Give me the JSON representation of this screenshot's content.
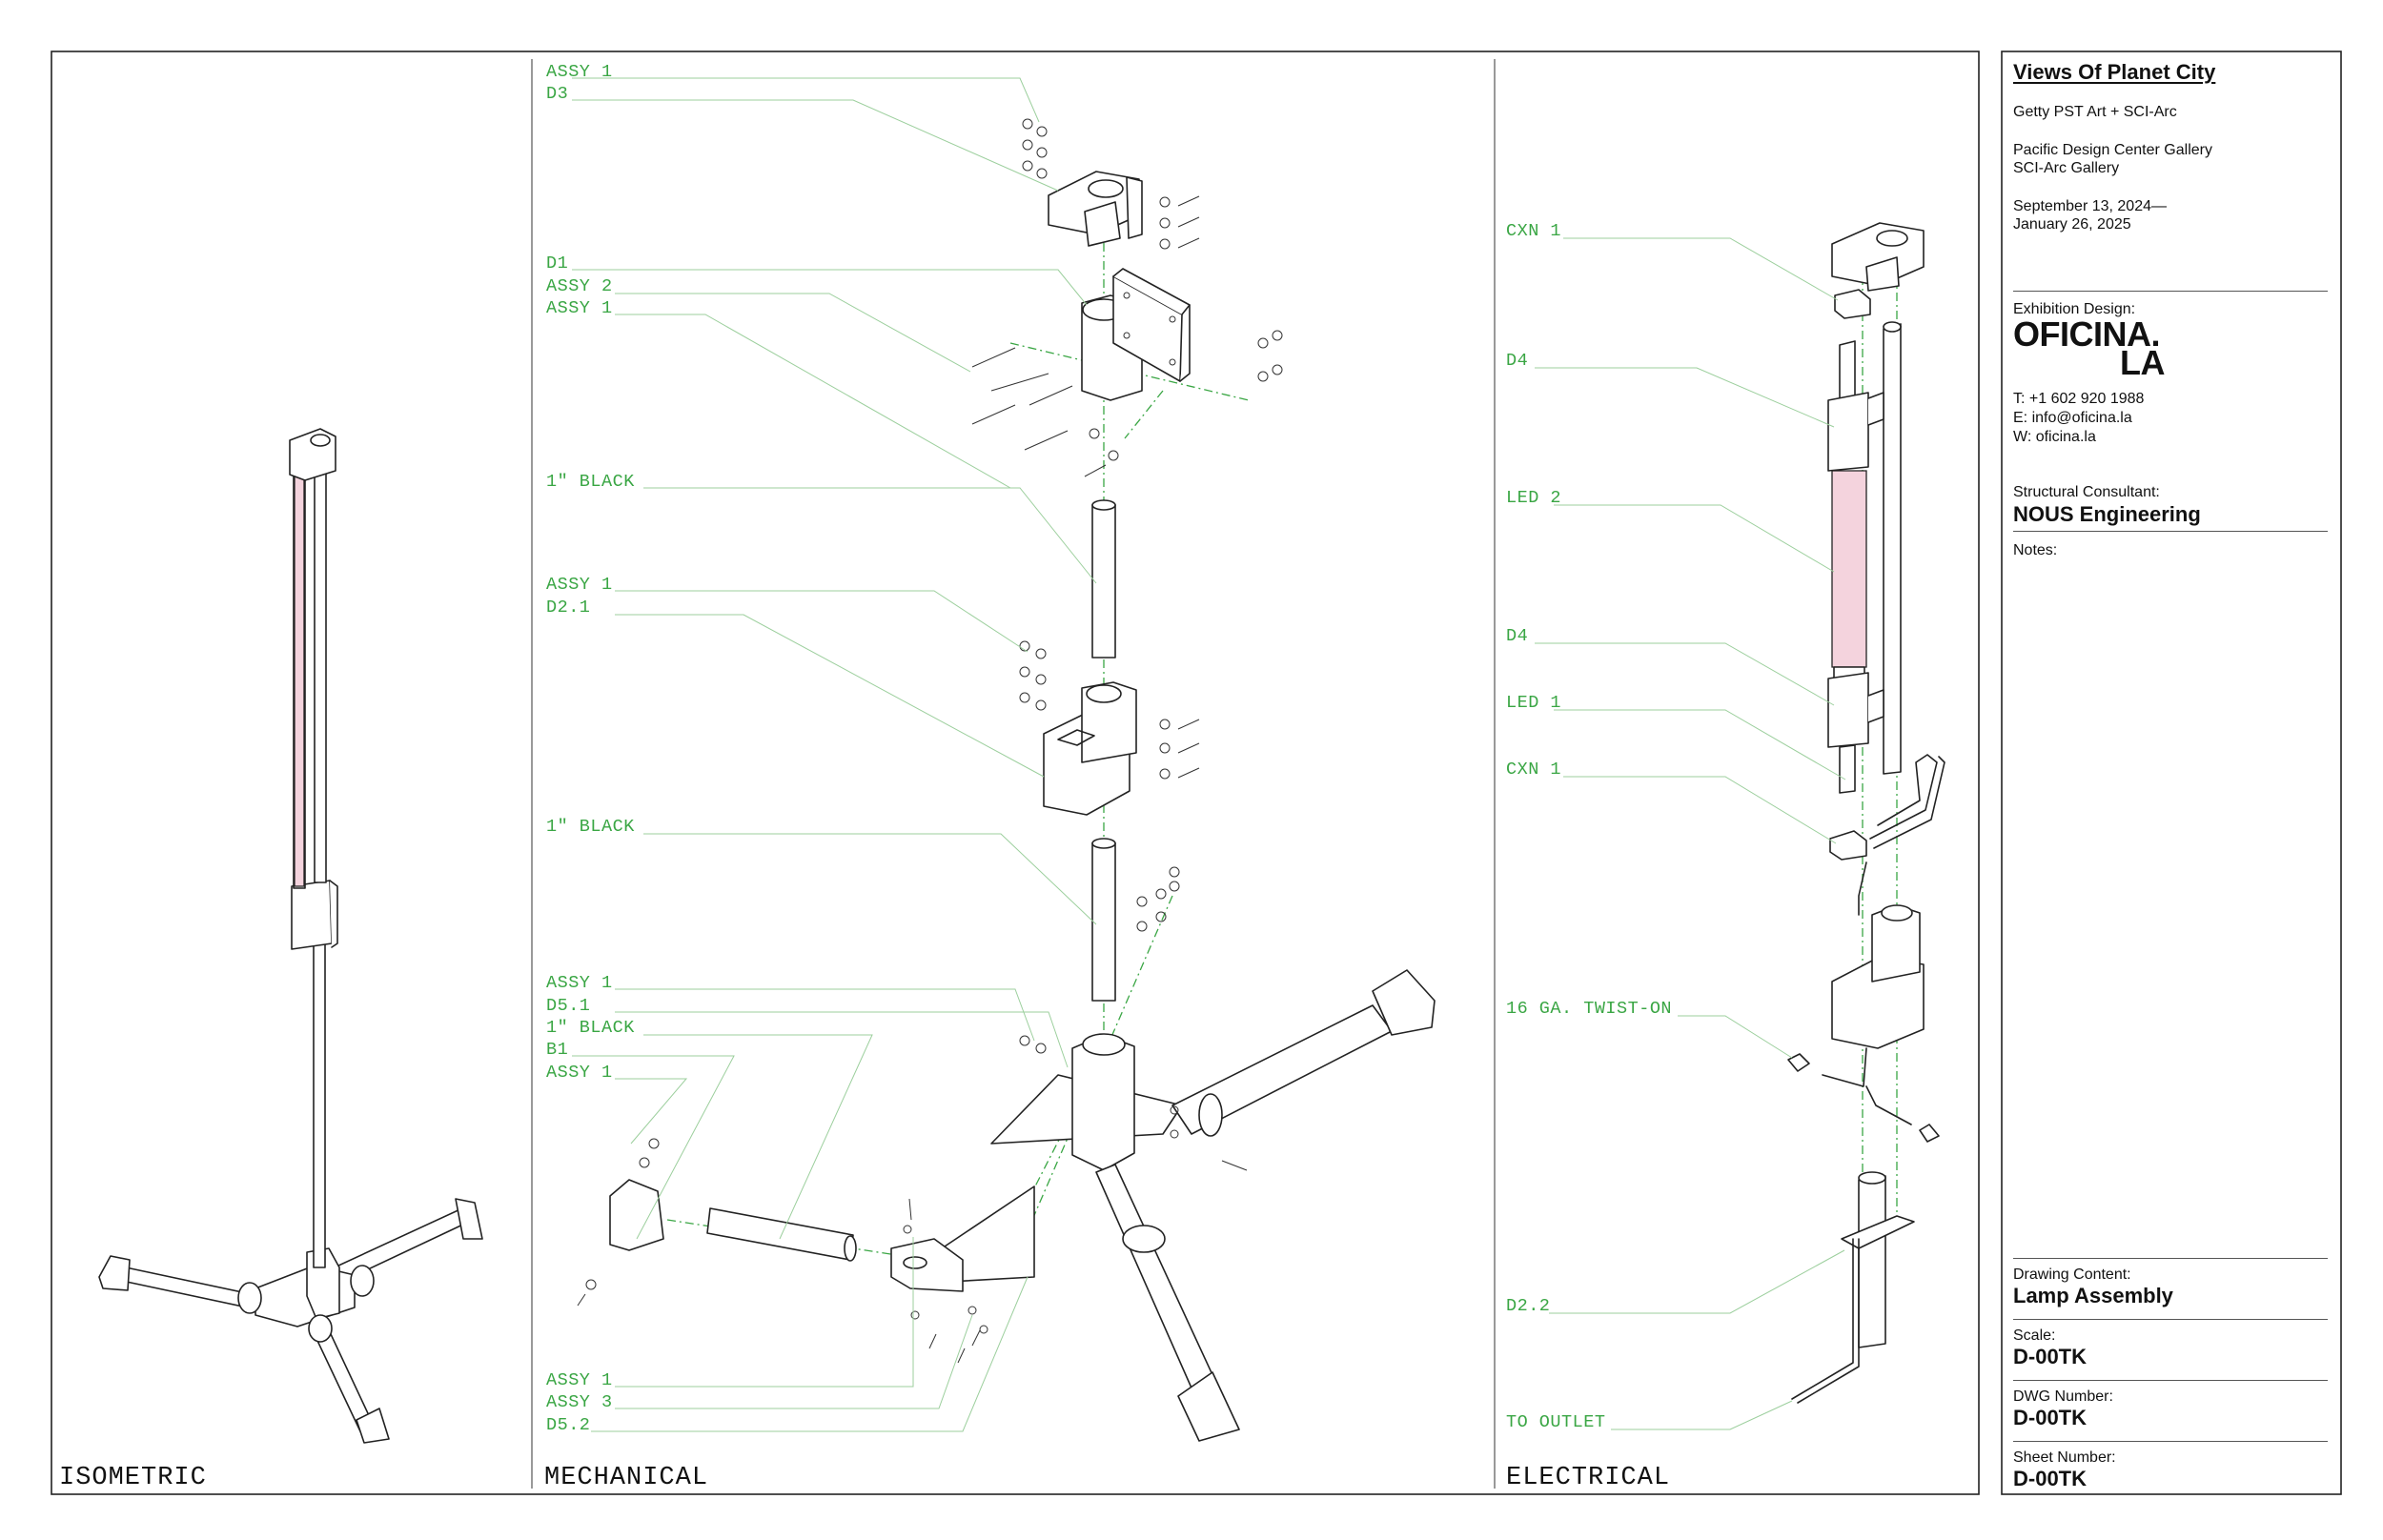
{
  "sections": {
    "isometric": "ISOMETRIC",
    "mechanical": "MECHANICAL",
    "electrical": "ELECTRICAL"
  },
  "mechanical_labels": [
    "ASSY 1",
    "D3",
    "D1",
    "ASSY 2",
    "ASSY 1",
    "1\" BLACK",
    "ASSY 1",
    "D2.1",
    "1\" BLACK",
    "ASSY 1",
    "D5.1",
    "1\" BLACK",
    "B1",
    "ASSY 1",
    "ASSY 1",
    "ASSY 3",
    "D5.2"
  ],
  "electrical_labels": [
    "CXN 1",
    "D4",
    "LED 2",
    "D4",
    "LED 1",
    "CXN 1",
    "16 GA. TWIST-ON",
    "D2.2",
    "TO OUTLET"
  ],
  "title_block": {
    "project_title": "Views Of Planet City",
    "presenter": "Getty PST Art + SCI-Arc",
    "venue_1": "Pacific Design Center Gallery",
    "venue_2": "SCI-Arc Gallery",
    "dates_1": "September 13, 2024—",
    "dates_2": "January 26, 2025",
    "exhibition_design_label": "Exhibition Design:",
    "logo_line_1": "OFICINA.",
    "logo_line_2": "LA",
    "phone": "T: +1 602 920 1988",
    "email": "E: info@oficina.la",
    "web": "W: oficina.la",
    "structural_label": "Structural Consultant:",
    "structural_value": "NOUS Engineering",
    "notes_label": "Notes:",
    "drawing_content_label": "Drawing Content:",
    "drawing_content_value": "Lamp Assembly",
    "scale_label": "Scale:",
    "scale_value": "D-00TK",
    "dwg_label": "DWG Number:",
    "dwg_value": "D-00TK",
    "sheet_label": "Sheet Number:",
    "sheet_value": "D-00TK"
  },
  "colors": {
    "annotation_green": "#3aa644",
    "led_pink": "#f4d3dd",
    "linework": "#222222"
  }
}
